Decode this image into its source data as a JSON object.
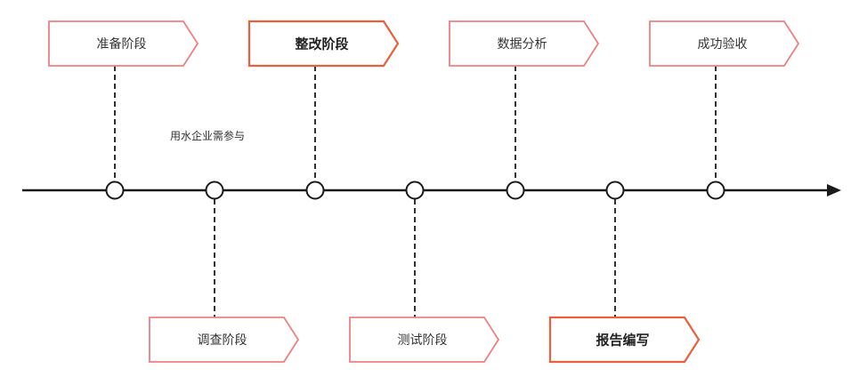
{
  "timeline": {
    "line_color": "#1a1a1a",
    "stages_above": [
      {
        "label": "准备阶段",
        "border_color": "#f08080",
        "emphasis": false
      },
      {
        "label": "整改阶段",
        "border_color": "#e8603c",
        "emphasis": true
      },
      {
        "label": "数据分析",
        "border_color": "#f08080",
        "emphasis": false
      },
      {
        "label": "成功验收",
        "border_color": "#f08080",
        "emphasis": false
      }
    ],
    "stages_below": [
      {
        "label": "调查阶段",
        "border_color": "#f08080",
        "emphasis": false
      },
      {
        "label": "测试阶段",
        "border_color": "#f08080",
        "emphasis": false
      },
      {
        "label": "报告编写",
        "border_color": "#e8603c",
        "emphasis": true
      }
    ],
    "note": "用水企业需参与"
  }
}
